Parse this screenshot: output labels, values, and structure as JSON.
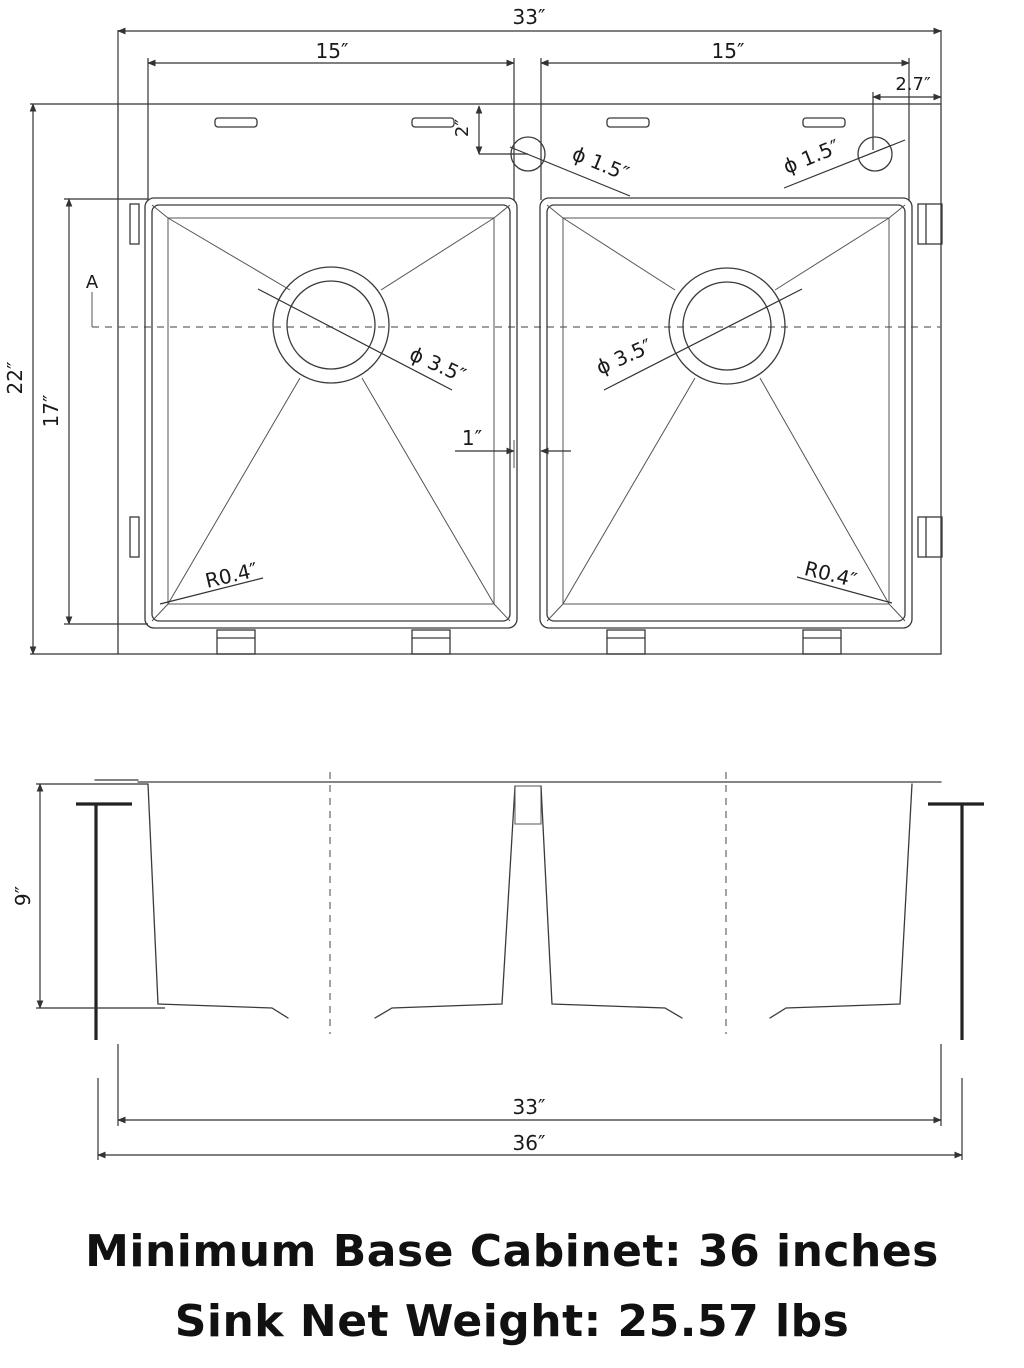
{
  "top_view": {
    "overall_width": "33″",
    "left_bowl_width": "15″",
    "right_bowl_width": "15″",
    "faucet_offset_right": "2.7″",
    "faucet_offset_top": "2″",
    "faucet_hole_left": "ϕ 1.5″",
    "faucet_hole_right": "ϕ 1.5″",
    "overall_depth": "22″",
    "bowl_depth": "17″",
    "section_marker": "A",
    "drain_left": "ϕ 3.5″",
    "drain_right": "ϕ 3.5″",
    "divider_width": "1″",
    "corner_radius_left": "R0.4″",
    "corner_radius_right": "R0.4″"
  },
  "side_view": {
    "bowl_height": "9″",
    "sink_width": "33″",
    "cabinet_width": "36″"
  },
  "captions": {
    "line1": "Minimum Base Cabinet: 36 inches",
    "line2": "Sink Net Weight: 25.57 lbs"
  },
  "colors": {
    "line": "#3a3a3a",
    "text": "#111111",
    "background": "#ffffff"
  }
}
